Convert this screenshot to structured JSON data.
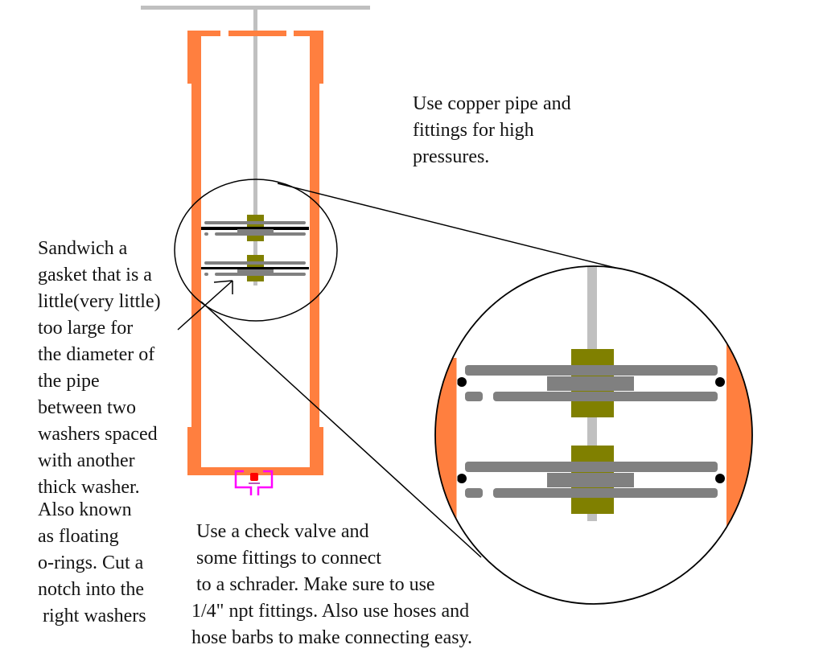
{
  "diagram": {
    "title": "Piston pump / cylinder schematic with floating o-ring detail",
    "colors": {
      "pipe": "#ff7f3f",
      "rod": "#c0c0c0",
      "washer": "#808080",
      "nut": "#808000",
      "gasket": "#000000",
      "check_valve": "#ff00ff",
      "check_ball": "#ff0000",
      "outline": "#000000"
    },
    "components": [
      "pump-handle",
      "plunger-rod",
      "copper-pipe",
      "end-cap",
      "washer-assembly",
      "gasket",
      "check-valve",
      "magnified-detail"
    ]
  },
  "notes": {
    "copper": "Use copper pipe and\nfittings for high\npressures.",
    "gasket": "Sandwich a\ngasket that is a\nlittle(very little)\ntoo large for\nthe diameter of\nthe pipe\nbetween two\nwashers spaced\nwith another\nthick washer.",
    "oring": "Also known\nas floating\no-rings. Cut a\nnotch into the\n right washers",
    "valve": " Use a check valve and\n some fittings to connect\n to a schrader. Make sure to use\n1/4\" npt fittings. Also use hoses and\nhose barbs to make connecting easy."
  }
}
